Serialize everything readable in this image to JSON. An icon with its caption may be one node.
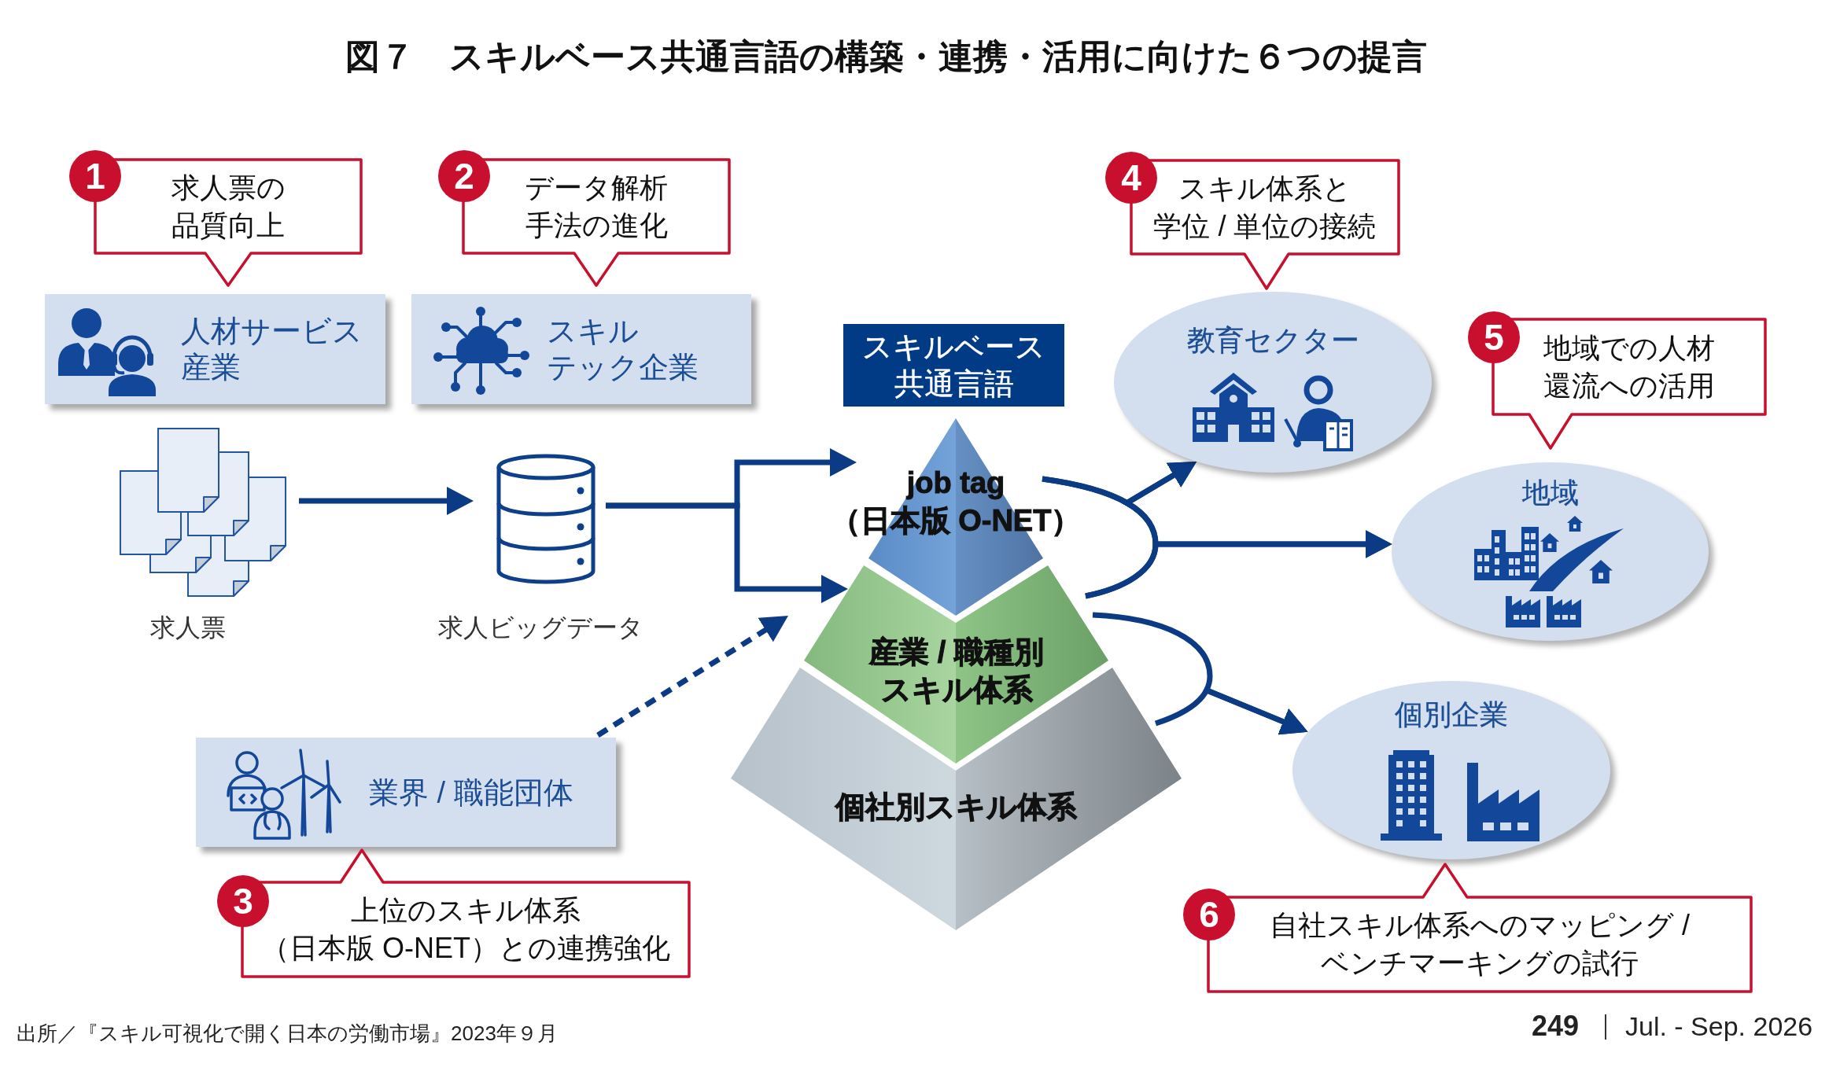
{
  "diagram": {
    "title": "図７　スキルベース共通言語の構築・連携・活用に向けた６つの提言",
    "nodes": [
      {
        "text": [
          "1"
        ]
      },
      {
        "text": [
          "求人票の品質向上"
        ]
      },
      {
        "text": [
          "2"
        ]
      },
      {
        "text": [
          "データ解析手法の進化"
        ]
      },
      {
        "text": [
          "4"
        ]
      },
      {
        "text": [
          "スキル体系と学位 / 単位の接続"
        ]
      },
      {
        "text": [
          "人材サービス産業"
        ]
      },
      {
        "text": [
          "スキルテック企業"
        ]
      },
      {
        "text": [
          "スキルベース共通言語"
        ]
      },
      {
        "text": [
          "教育セクター"
        ]
      },
      {
        "text": [
          "5"
        ]
      },
      {
        "text": [
          "地域での人材還流への活用"
        ]
      },
      {
        "text": [],
        "shape": "picture",
        "beside": [
          "求人票"
        ]
      },
      {
        "text": [],
        "shape": "cylinder",
        "beside": [
          "求人ビッグデータ"
        ]
      },
      {
        "text": [
          "job tag （日本版 O-NET）"
        ]
      },
      {
        "text": [
          "産業 / 職種別スキル体系"
        ]
      },
      {
        "text": [
          "個社別スキル体系"
        ]
      },
      {
        "text": [
          "地域"
        ]
      },
      {
        "text": [
          "個別企業"
        ]
      },
      {
        "text": [
          "業界 / 職能団体"
        ]
      },
      {
        "text": [
          "3"
        ]
      },
      {
        "text": [
          "上位のスキル体系（日本版 O-NET）との連携強化"
        ]
      },
      {
        "text": [
          "6"
        ]
      },
      {
        "text": [
          "自社スキル体系へのマッピング / ベンチマーキングの試行"
        ]
      }
    ],
    "edges": [
      {
        "from": 12,
        "to": 13,
        "arrow": "to"
      },
      {
        "from": 13,
        "to": 14,
        "arrow": "to"
      },
      {
        "from": 13,
        "to": 15,
        "arrow": "to"
      },
      {
        "from": 19,
        "to": 15,
        "arrow": "to",
        "style": "dashed"
      },
      {
        "from": 14,
        "to": 9,
        "arrow": "to"
      },
      {
        "from": 15,
        "to": 9,
        "arrow": "to"
      },
      {
        "from": 14,
        "to": 17,
        "arrow": "to"
      },
      {
        "from": 15,
        "to": 17,
        "arrow": "to"
      },
      {
        "from": 15,
        "to": 18,
        "arrow": "to"
      },
      {
        "from": 16,
        "to": 18,
        "arrow": "to"
      }
    ],
    "labels": [
      "出所／『スキル可視化で開く日本の労働市場』2023年９月",
      "249",
      "Jul. - Sep. 2026"
    ]
  }
}
